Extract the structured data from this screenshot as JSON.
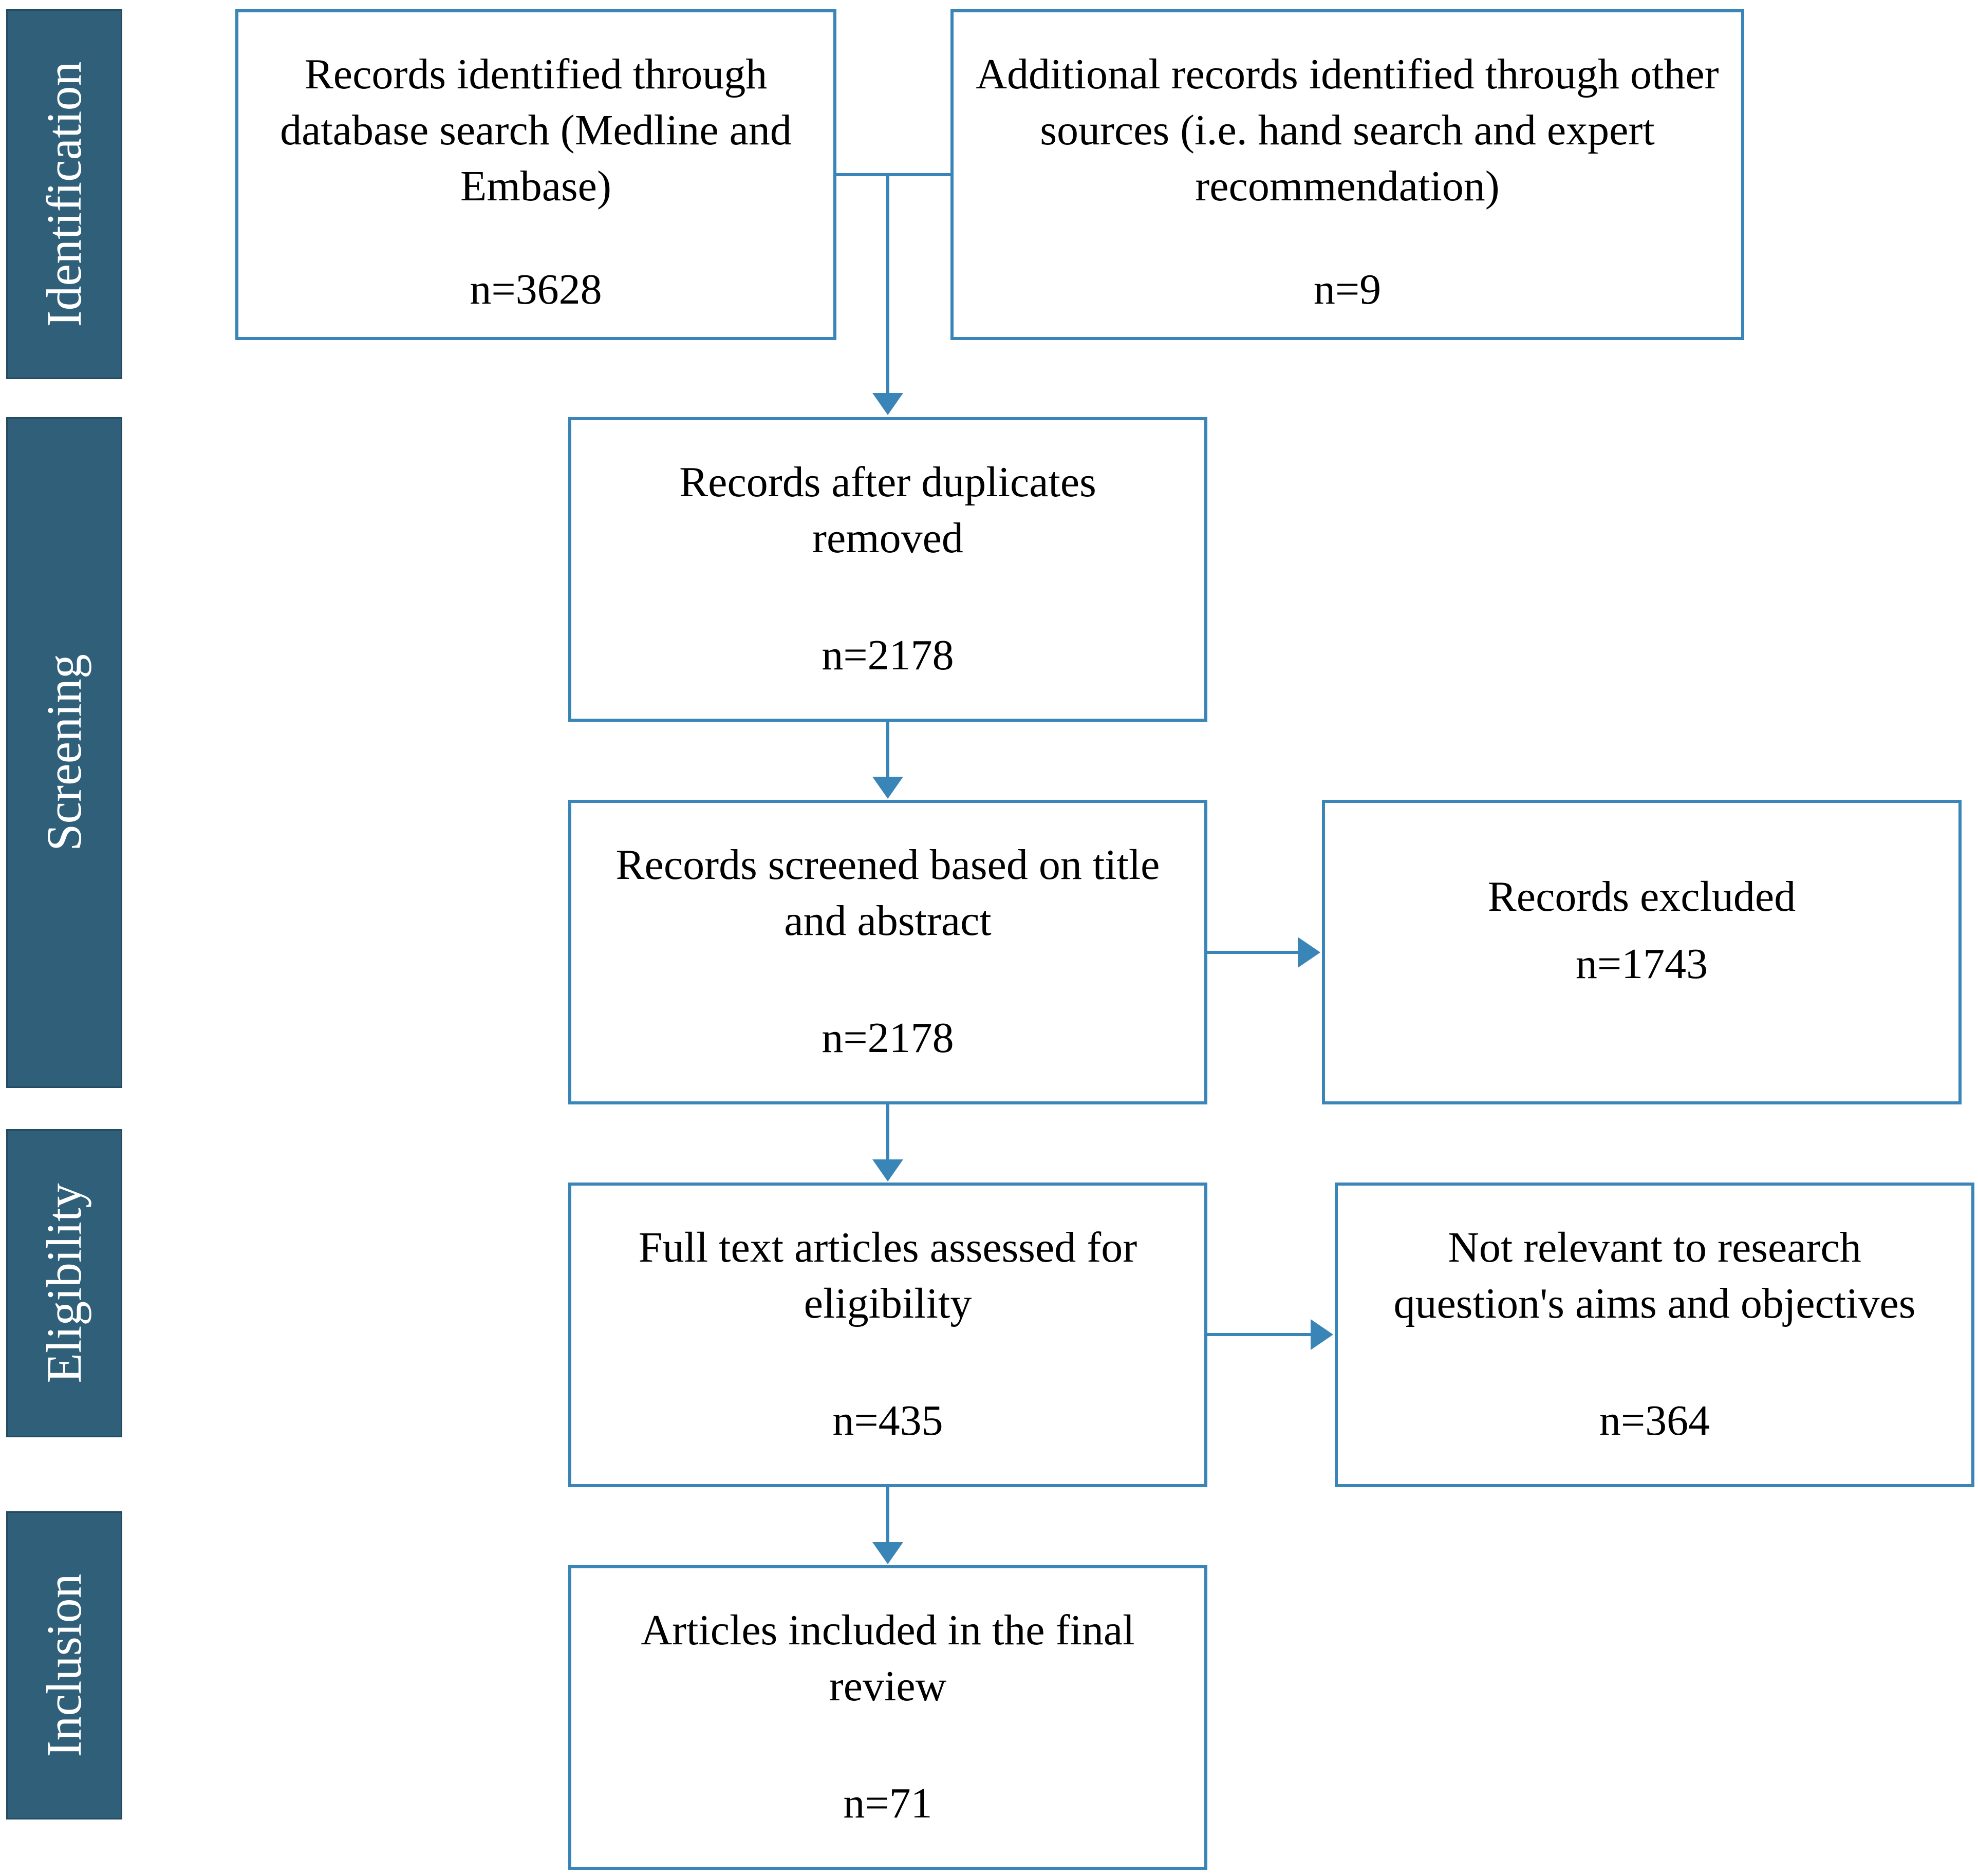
{
  "phases": [
    {
      "label": "Identification"
    },
    {
      "label": "Screening"
    },
    {
      "label": "Eligibility"
    },
    {
      "label": "Inclusion"
    }
  ],
  "boxes": {
    "database_search": {
      "label": "Records identified through database search (Medline and Embase)",
      "count": "n=3628"
    },
    "other_sources": {
      "label": "Additional records identified through other sources (i.e. hand search and expert recommendation)",
      "count": "n=9"
    },
    "after_duplicates": {
      "label": "Records after duplicates removed",
      "count": "n=2178"
    },
    "screened": {
      "label": "Records screened based on title and abstract",
      "count": "n=2178"
    },
    "excluded": {
      "label": "Records excluded",
      "count": "n=1743"
    },
    "full_text": {
      "label": "Full text articles assessed for eligibility",
      "count": "n=435"
    },
    "not_relevant": {
      "label": "Not relevant to research question's aims and objectives",
      "count": "n=364"
    },
    "included": {
      "label": "Articles included in the final review",
      "count": "n=71"
    }
  },
  "colors": {
    "phase_fill": "#2f5f79",
    "box_border": "#3a85b8",
    "connector": "#3a85b8"
  }
}
